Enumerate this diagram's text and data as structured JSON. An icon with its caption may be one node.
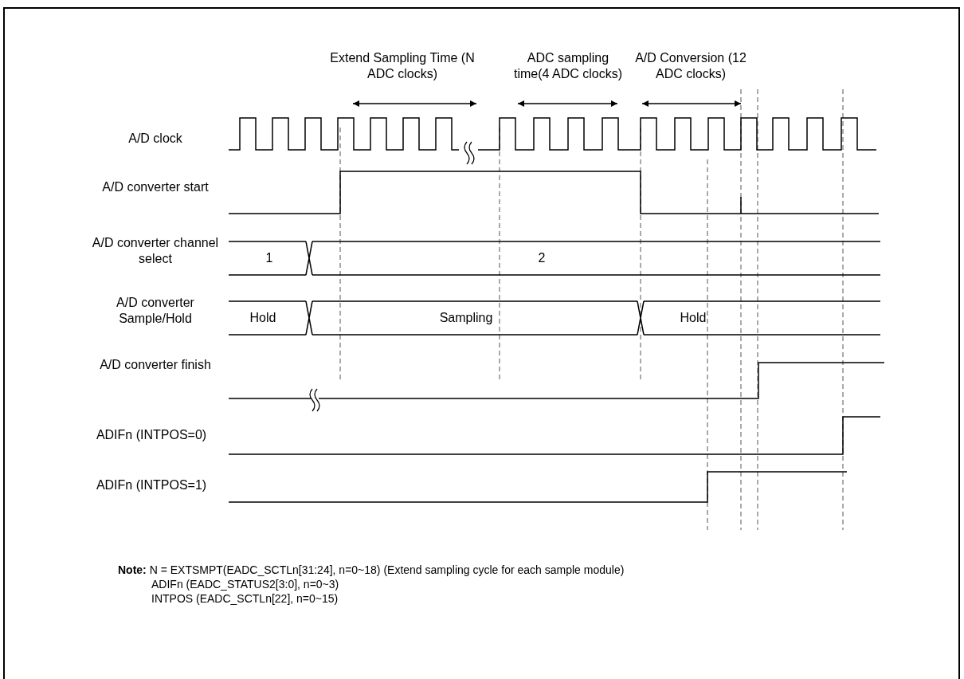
{
  "diagram": {
    "labels": [
      "Extend Sampling Time (N ADC clocks)",
      "ADC sampling time(4 ADC clocks)",
      "A/D Conversion (12 ADC clocks)",
      "A/D clock",
      "A/D converter start",
      "A/D converter channel select",
      "1",
      "2",
      "A/D converter Sample/Hold",
      "Hold",
      "Sampling",
      "Hold",
      "A/D converter finish",
      "ADIFn (INTPOS=0)",
      "ADIFn (INTPOS=1)",
      "**Note:** N = EXTSMPT(EADC_SCTLn[31:24], n=0~18) (Extend sampling cycle for each sample module)",
      "ADIFn (EADC_STATUS2[3:0], n=0~3)",
      "INTPOS (EADC_SCTLn[22], n=0~15)"
    ]
  }
}
